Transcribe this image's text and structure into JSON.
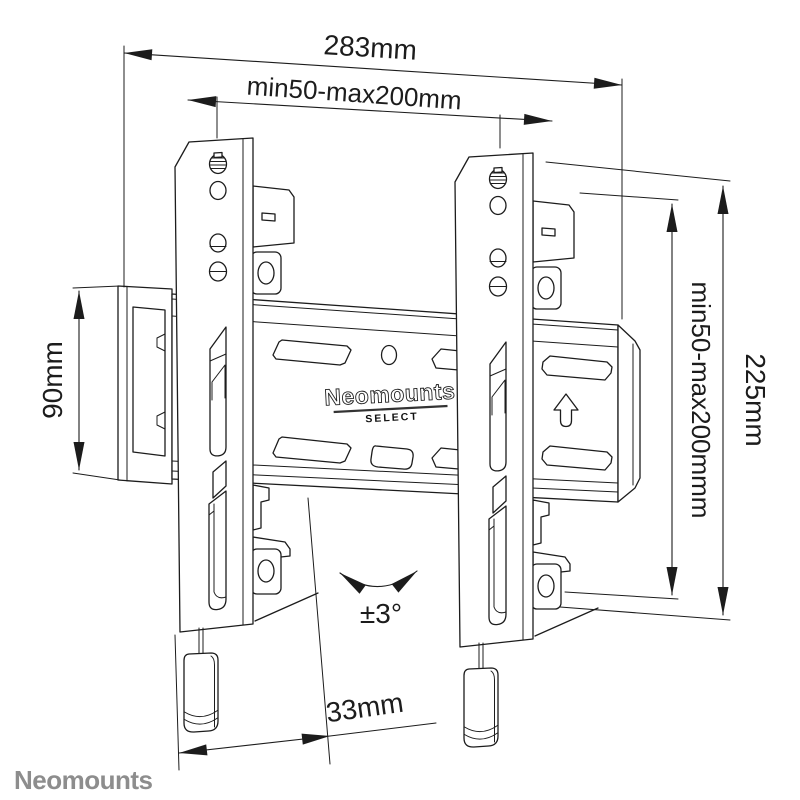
{
  "labels": {
    "overall_width": "283mm",
    "mount_width_range": "min50-max200mm",
    "plate_height": "90mm",
    "mount_height_range": "min50-max200mmm",
    "overall_height": "225mm",
    "tilt_range": "±3°",
    "wall_distance": "33mm"
  },
  "branding": {
    "logo": "Neomounts",
    "logo_sub": "SELECT",
    "watermark": "Neomounts"
  },
  "colors": {
    "line": "#1c1c1c",
    "watermark_gray": "#8d8d8d",
    "background": "#ffffff"
  }
}
